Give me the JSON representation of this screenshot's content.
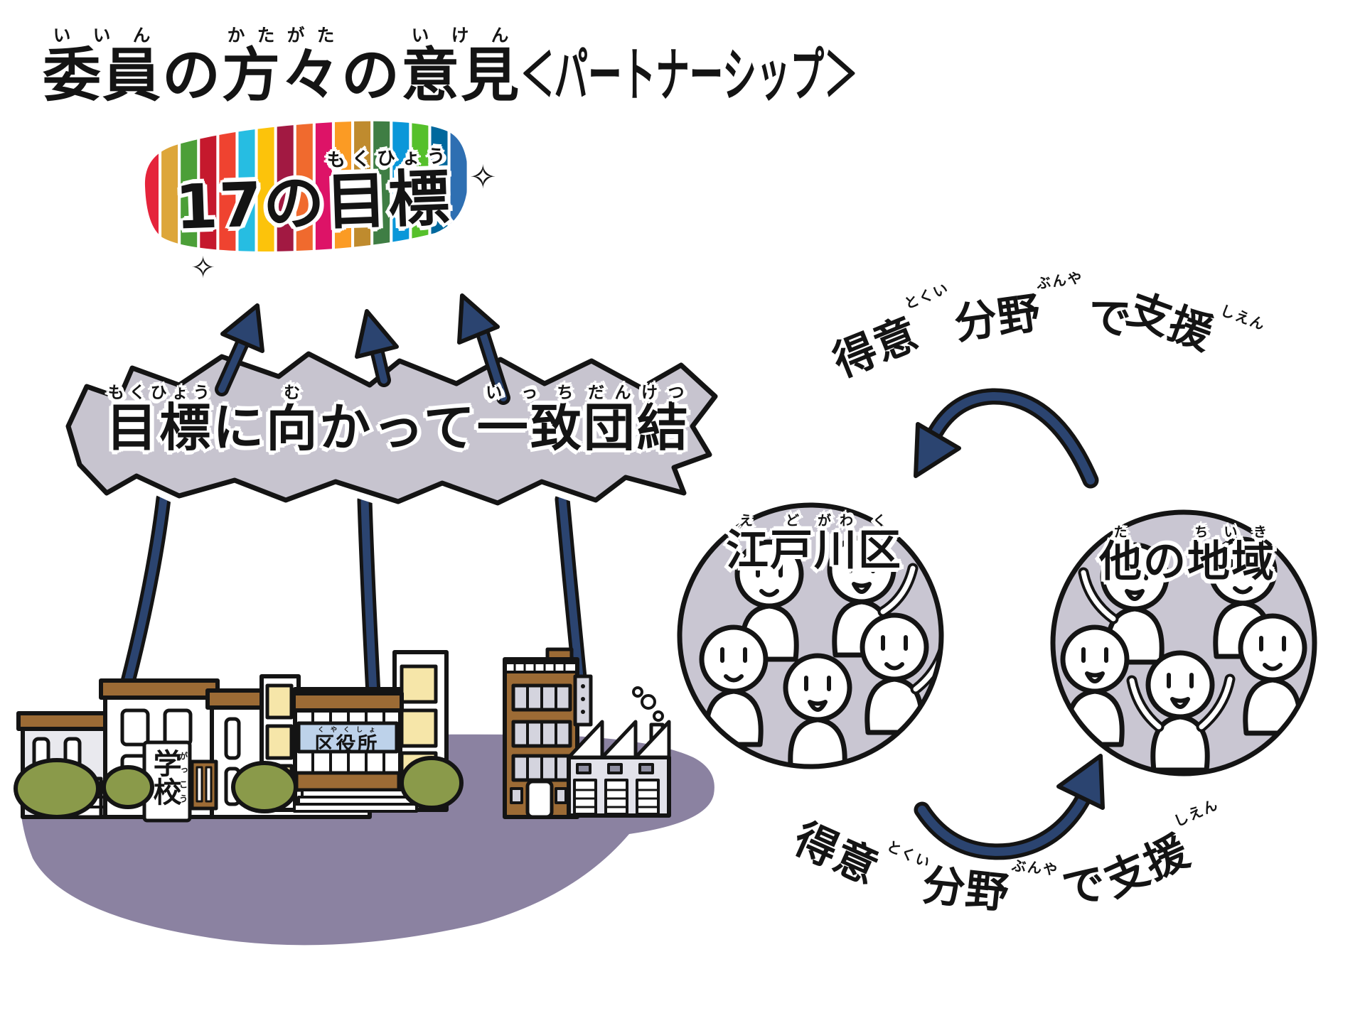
{
  "page": {
    "background": "#ffffff"
  },
  "title": {
    "segments": [
      {
        "t": "委員",
        "r": "いいん"
      },
      {
        "t": "の",
        "r": ""
      },
      {
        "t": "方々",
        "r": "かたがた"
      },
      {
        "t": "の",
        "r": ""
      },
      {
        "t": "意見",
        "r": "いけん"
      },
      {
        "t": "＜パートナーシップ＞",
        "r": ""
      }
    ]
  },
  "goals_banner": {
    "segments": [
      {
        "t": "17の",
        "r": ""
      },
      {
        "t": "目標",
        "r": "もくひょう"
      }
    ],
    "sparkle": "✧",
    "stripe_colors": [
      "#e5243b",
      "#dda63a",
      "#4c9f38",
      "#c5192d",
      "#ef4330",
      "#26bde2",
      "#fcc30b",
      "#a21942",
      "#f06a2e",
      "#dd1367",
      "#fb9b24",
      "#bf8b2e",
      "#3f7e44",
      "#0a97d9",
      "#56c02b",
      "#00689d",
      "#2e6fb2"
    ]
  },
  "unite_banner": {
    "segments": [
      {
        "t": "目標",
        "r": "もくひょう"
      },
      {
        "t": "に",
        "r": ""
      },
      {
        "t": "向",
        "r": "む"
      },
      {
        "t": "かって",
        "r": ""
      },
      {
        "t": "一致",
        "r": "いっち"
      },
      {
        "t": "団結",
        "r": "だんけつ"
      }
    ]
  },
  "buildings": {
    "school_sign": {
      "segments": [
        {
          "t": "学校",
          "r": "がっこう"
        }
      ]
    },
    "ward_sign": {
      "segments": [
        {
          "t": "区役所",
          "r": "くやくしょ"
        }
      ]
    }
  },
  "groups": {
    "edogawa": {
      "segments": [
        {
          "t": "江戸",
          "r": "えど"
        },
        {
          "t": "川",
          "r": "がわ"
        },
        {
          "t": "区",
          "r": "く"
        }
      ]
    },
    "other": {
      "segments": [
        {
          "t": "他",
          "r": "た"
        },
        {
          "t": "の",
          "r": ""
        },
        {
          "t": "地域",
          "r": "ちいき"
        }
      ]
    }
  },
  "support": {
    "top": {
      "segments": [
        {
          "t": "得意",
          "r": "とくい"
        },
        {
          "t": "分野",
          "r": "ぶんや"
        },
        {
          "t": "で",
          "r": ""
        },
        {
          "t": "支援",
          "r": "しえん"
        }
      ]
    },
    "bottom": {
      "segments": [
        {
          "t": "得意",
          "r": "とくい"
        },
        {
          "t": "分野",
          "r": "ぶんや"
        },
        {
          "t": "で",
          "r": ""
        },
        {
          "t": "支援",
          "r": "しえん"
        }
      ]
    }
  },
  "colors": {
    "navy": "#2b4470",
    "outline": "#141414",
    "ground": "#8b82a1",
    "banner_gray": "#c7c4cf",
    "circle_gray": "#c9c6d2",
    "brown": "#9c6b35",
    "bush_green": "#8a9a4a",
    "sign_blue": "#bdd2ea",
    "window_yellow": "#f6e6a9",
    "factory_gray": "#e2e2ea",
    "window_gray": "#d4d4de"
  }
}
